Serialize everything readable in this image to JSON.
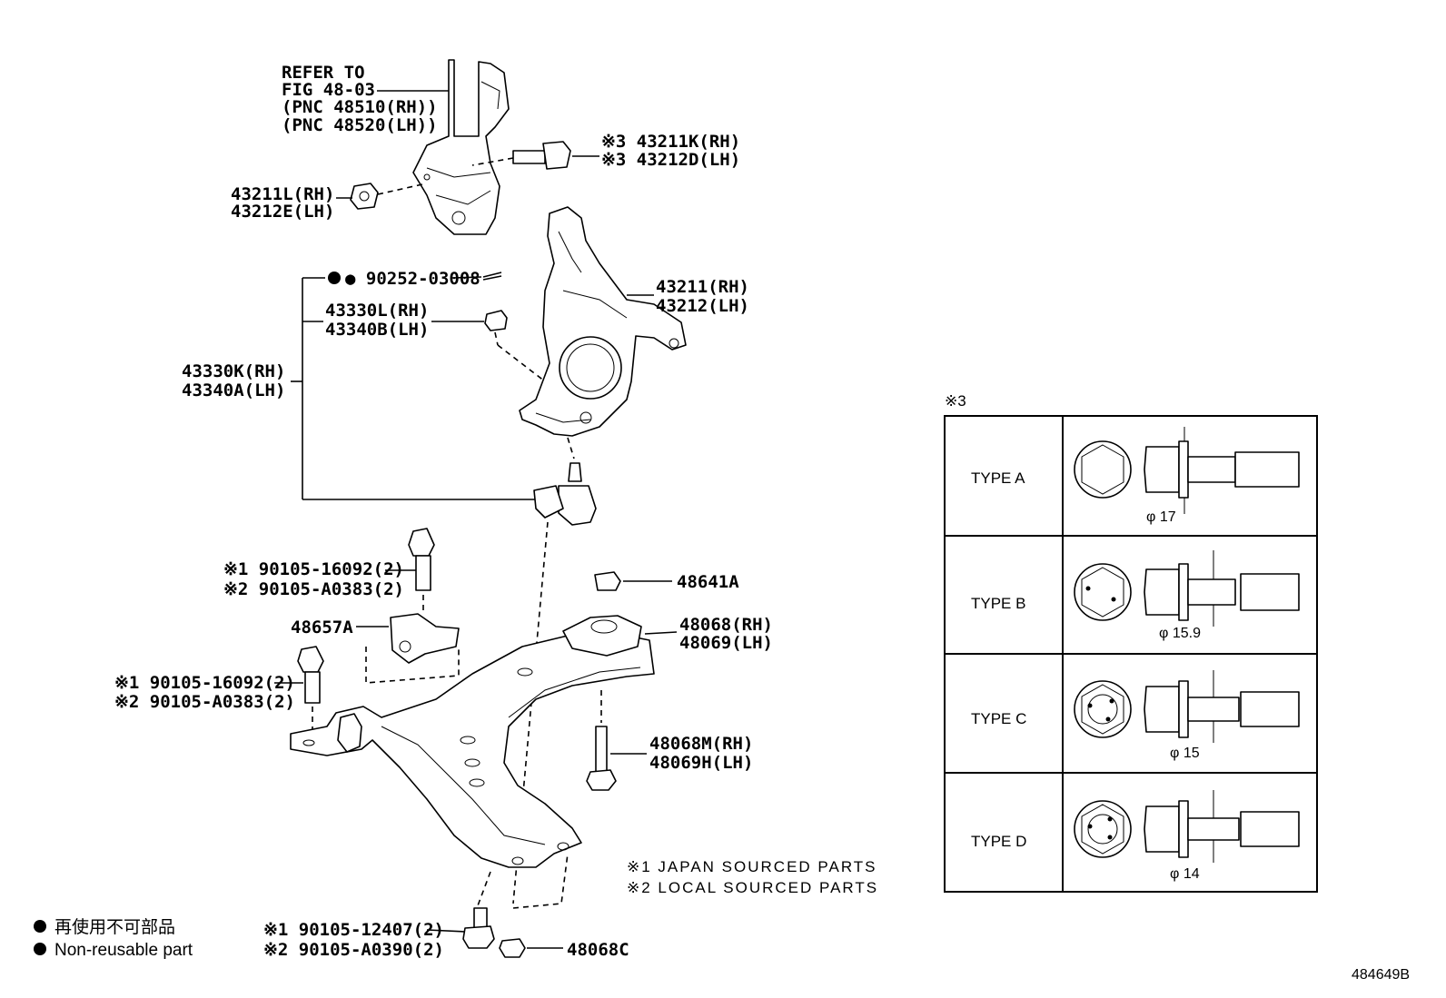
{
  "diagram_id": "484649B",
  "refer": {
    "line1": "REFER TO",
    "line2": "FIG 48-03",
    "line3": "(PNC 48510(RH))",
    "line4": "(PNC 48520(LH))"
  },
  "parts": {
    "bolt_rh": "※3 43211K(RH)",
    "bolt_lh": "※3 43212D(LH)",
    "nut_rh": "43211L(RH)",
    "nut_lh": "43212E(LH)",
    "cotter_pin": "● 90252-03008",
    "knuckle_rh": "43211(RH)",
    "knuckle_lh": "43212(LH)",
    "nut2_rh": "43330L(RH)",
    "nut2_lh": "43340B(LH)",
    "ball_joint_rh": "43330K(RH)",
    "ball_joint_lh": "43340A(LH)",
    "bolt_a1": "※1 90105-16092(2)",
    "bolt_a2": "※2 90105-A0383(2)",
    "bracket": "48657A",
    "bolt_b1": "※1 90105-16092(2)",
    "bolt_b2": "※2 90105-A0383(2)",
    "nut3": "48641A",
    "bushing_rh": "48068(RH)",
    "bushing_lh": "48069(LH)",
    "bolt_c_rh": "48068M(RH)",
    "bolt_c_lh": "48069H(LH)",
    "bolt_d1": "※1 90105-12407(2)",
    "bolt_d2": "※2 90105-A0390(2)",
    "nut4": "48068C"
  },
  "notes": {
    "note1": "※1 JAPAN SOURCED PARTS",
    "note2": "※2 LOCAL SOURCED PARTS"
  },
  "legend": {
    "ja": "再使用不可部品",
    "en": "Non-reusable part"
  },
  "table": {
    "mark": "※3",
    "rows": [
      {
        "type": "TYPE A",
        "dia": "φ 17"
      },
      {
        "type": "TYPE B",
        "dia": "φ 15.9"
      },
      {
        "type": "TYPE C",
        "dia": "φ 15"
      },
      {
        "type": "TYPE D",
        "dia": "φ 14"
      }
    ]
  }
}
